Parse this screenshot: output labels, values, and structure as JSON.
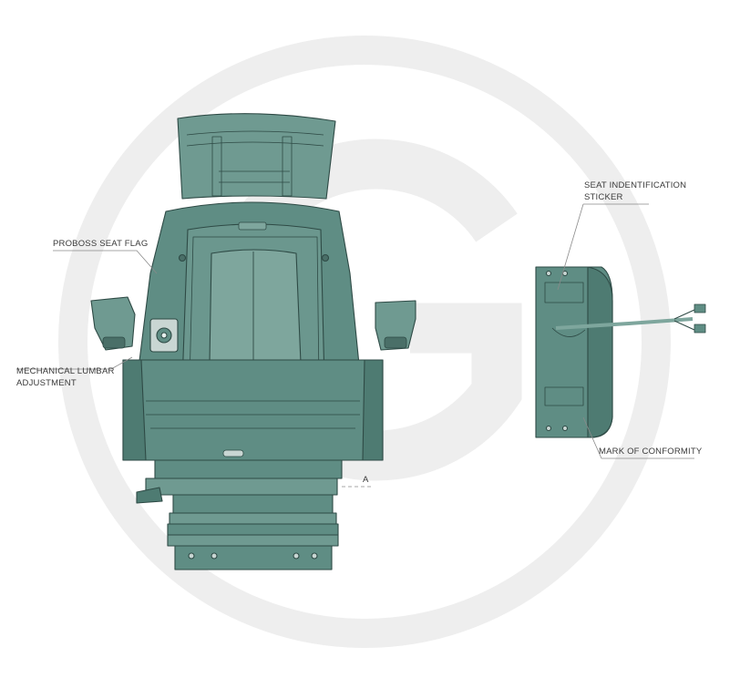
{
  "watermark": {
    "color": "#ececec",
    "icon": "logo-circle-g"
  },
  "palette": {
    "seat_fill": "#5f8d84",
    "seat_fill_light": "#7ea69d",
    "stroke": "#2e4a45",
    "line": "#888888"
  },
  "labels": {
    "proboss_seat_flag": "PROBOSS SEAT FLAG",
    "mechanical_lumbar_1": "MECHANICAL LUMBAR",
    "mechanical_lumbar_2": "ADJUSTMENT",
    "seat_identification_1": "SEAT INDENTIFICATION",
    "seat_identification_2": "STICKER",
    "mark_of_conformity": "MARK OF CONFORMITY",
    "reference_a": "A"
  }
}
